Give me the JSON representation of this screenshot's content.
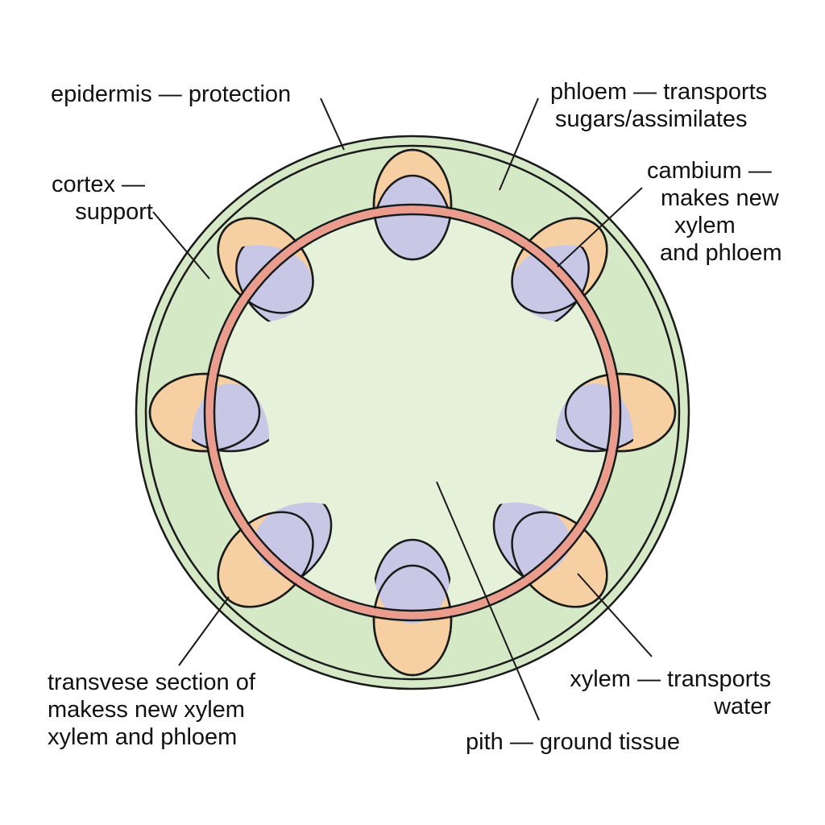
{
  "colors": {
    "cortex": "#d6e9c6",
    "pith": "#e5f2d9",
    "outline": "#1a1a1a",
    "cambium": "#ec9c8c",
    "phloem": "#f6cfa3",
    "xylem": "#c9c7e6",
    "background": "#ffffff"
  },
  "labels": {
    "epidermis": "epidermis — protection",
    "phloem": [
      "phloem — transports",
      "sugars/assimilates"
    ],
    "cortex": [
      "cortex —",
      "support"
    ],
    "cambium": [
      "cambium —",
      "makes new",
      "xylem",
      "and phloem"
    ],
    "transverse": [
      "transvese section of",
      "makess new xylem",
      "xylem and phloem"
    ],
    "xylem": [
      "xylem — transports",
      "water"
    ],
    "pith": "pith — ground tissue"
  }
}
